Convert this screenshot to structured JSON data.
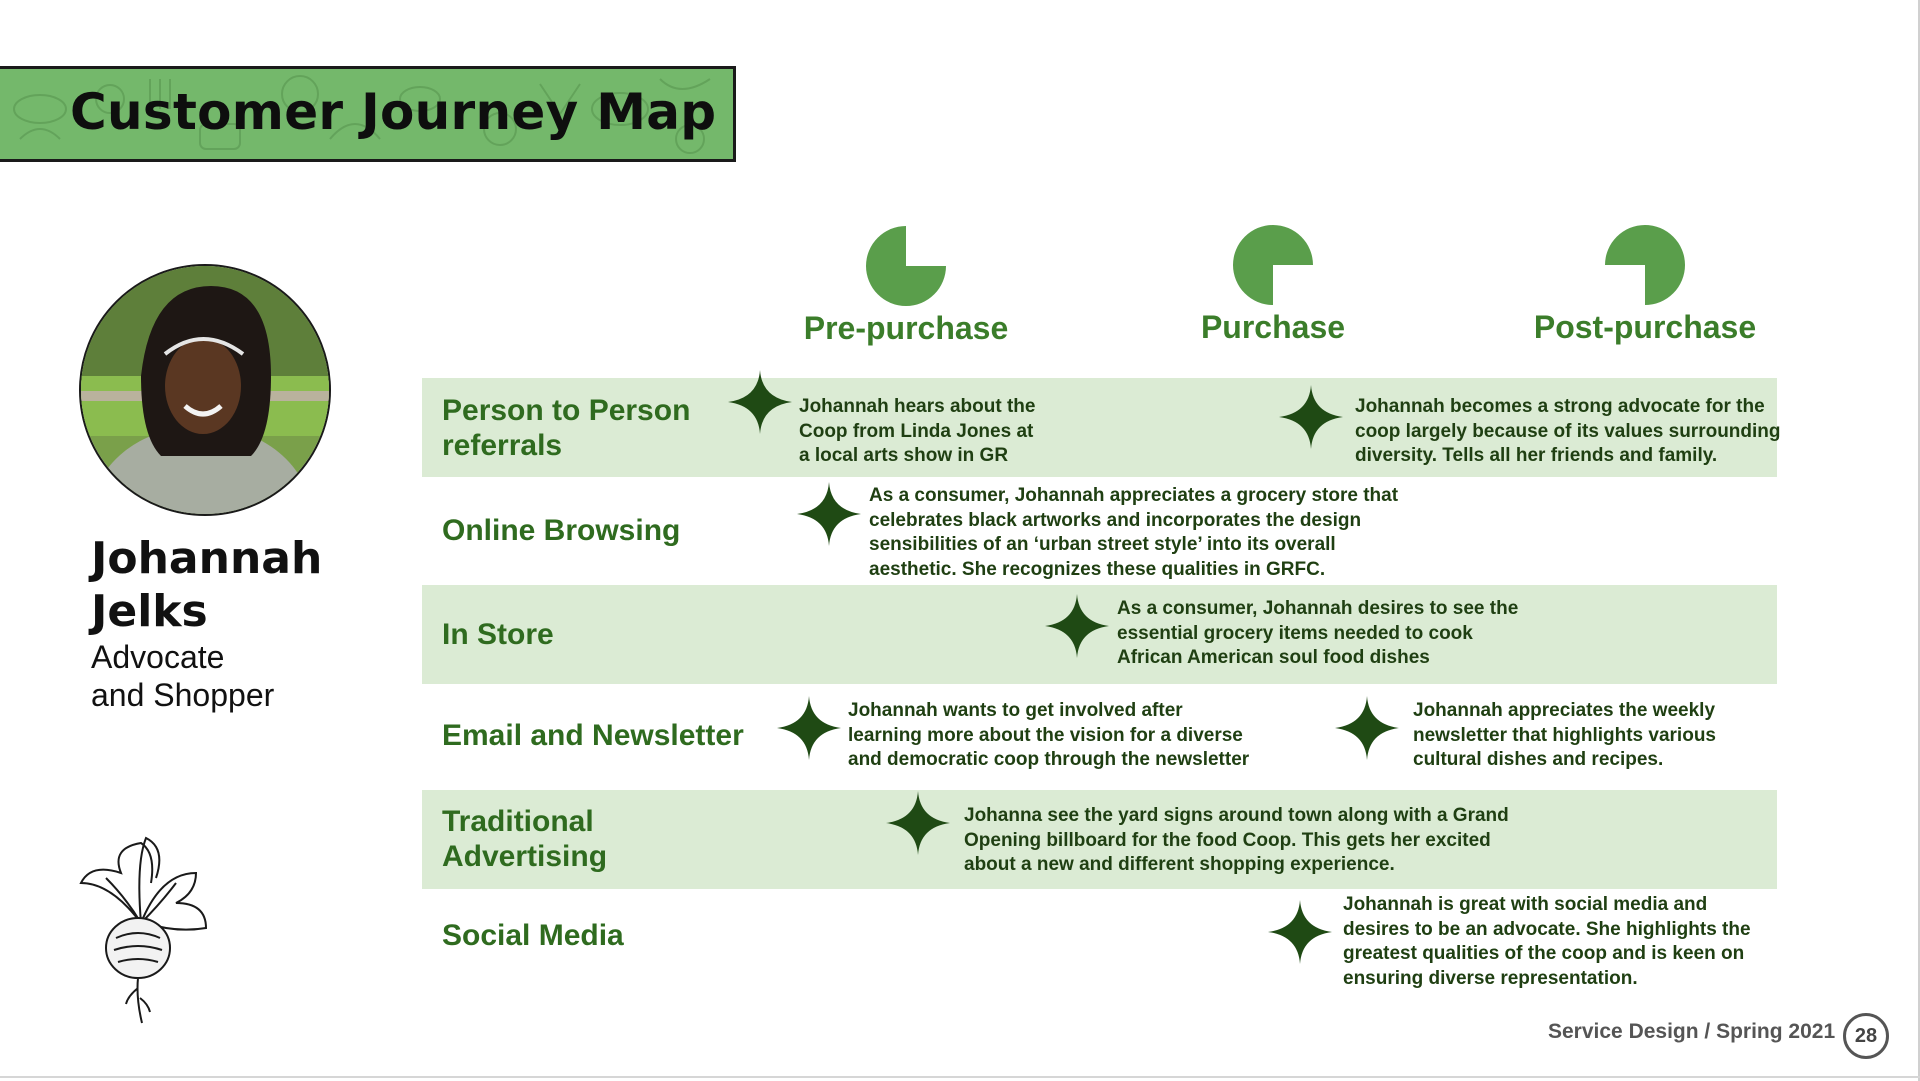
{
  "title": "Customer Journey Map",
  "persona": {
    "name_line1": "Johannah",
    "name_line2": "Jelks",
    "role_line1": "Advocate",
    "role_line2": "and Shopper",
    "photo_icon": "persona-photo"
  },
  "stages": [
    {
      "label": "Pre-purchase",
      "icon": "pie-three-quarter-icon"
    },
    {
      "label": "Purchase",
      "icon": "pie-half-icon"
    },
    {
      "label": "Post-purchase",
      "icon": "pie-quarter-icon"
    }
  ],
  "rows": [
    {
      "label_line1": "Person to Person",
      "label_line2": "referrals",
      "notes": [
        {
          "lines": [
            "Johannah hears about the",
            "Coop from Linda Jones at",
            "a local arts show in GR"
          ]
        },
        {
          "lines": [
            "Johannah becomes a strong advocate for the",
            "coop largely because of its values surrounding",
            "diversity. Tells all her friends and family."
          ]
        }
      ]
    },
    {
      "label_line1": "Online Browsing",
      "notes": [
        {
          "lines": [
            "As a consumer, Johannah appreciates a grocery store that",
            "celebrates black artworks and incorporates the design",
            "sensibilities of an ‘urban street style’ into its overall",
            "aesthetic. She recognizes these qualities in GRFC."
          ]
        }
      ]
    },
    {
      "label_line1": "In Store",
      "notes": [
        {
          "lines": [
            "As a consumer, Johannah desires to see the",
            "essential grocery items needed to cook",
            "African American soul food dishes"
          ]
        }
      ]
    },
    {
      "label_line1": "Email and Newsletter",
      "notes": [
        {
          "lines": [
            "Johannah wants to get involved after",
            "learning more about the vision for a diverse",
            "and democratic coop through the newsletter"
          ]
        },
        {
          "lines": [
            "Johannah appreciates the weekly",
            "newsletter that highlights various",
            "cultural dishes and recipes."
          ]
        }
      ]
    },
    {
      "label_line1": "Traditional",
      "label_line2": "Advertising",
      "notes": [
        {
          "lines": [
            "Johanna see the yard signs around town along with a Grand",
            "Opening billboard for the food Coop. This gets her excited",
            "about a new and different shopping experience."
          ]
        }
      ]
    },
    {
      "label_line1": "Social Media",
      "notes": [
        {
          "lines": [
            "Johannah is great with social media and",
            "desires to be an advocate. She highlights the",
            "greatest qualities of the coop and is keen on",
            "ensuring diverse representation."
          ]
        }
      ]
    }
  ],
  "footer": {
    "text": "Service Design / Spring 2021",
    "page": "28"
  },
  "colors": {
    "banner": "#74b86b",
    "row_shade": "#dbebd4",
    "label_green": "#2f6b1f",
    "star": "#1f4a14",
    "stage_icon": "#5a9e4b"
  }
}
